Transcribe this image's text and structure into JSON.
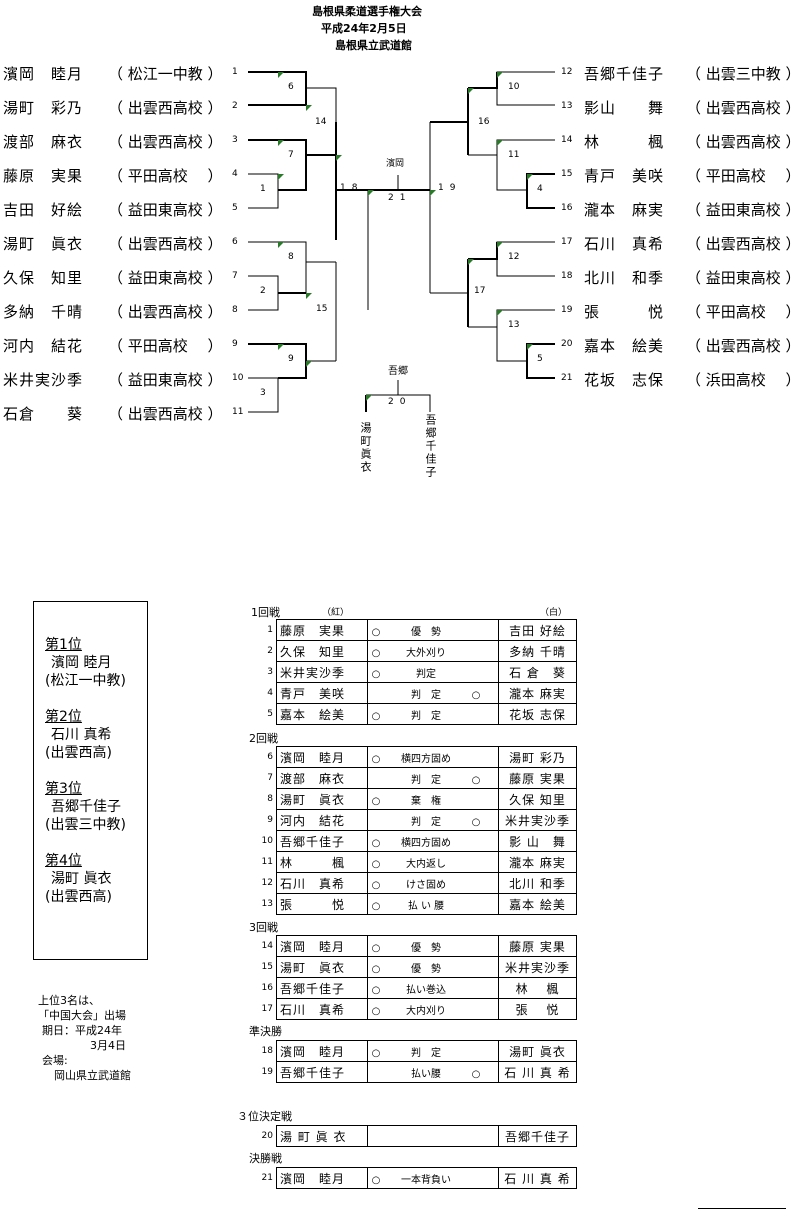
{
  "header": {
    "title": "島根県柔道選手権大会",
    "date": "平成24年2月5日",
    "venue": "島根県立武道館"
  },
  "left_players": [
    {
      "seed": "1",
      "name": "濱岡　睦月",
      "school": "（ 松江一中教 ）"
    },
    {
      "seed": "2",
      "name": "湯町　彩乃",
      "school": "（ 出雲西高校 ）"
    },
    {
      "seed": "3",
      "name": "渡部　麻衣",
      "school": "（ 出雲西高校 ）"
    },
    {
      "seed": "4",
      "name": "藤原　実果",
      "school": "（ 平田高校　 ）"
    },
    {
      "seed": "5",
      "name": "吉田　好絵",
      "school": "（ 益田東高校 ）"
    },
    {
      "seed": "6",
      "name": "湯町　眞衣",
      "school": "（ 出雲西高校 ）"
    },
    {
      "seed": "7",
      "name": "久保　知里",
      "school": "（ 益田東高校 ）"
    },
    {
      "seed": "8",
      "name": "多納　千晴",
      "school": "（ 出雲西高校 ）"
    },
    {
      "seed": "9",
      "name": "河内　結花",
      "school": "（ 平田高校　 ）"
    },
    {
      "seed": "10",
      "name": "米井実沙季",
      "school": "（ 益田東高校 ）"
    },
    {
      "seed": "11",
      "name": "石倉　　葵",
      "school": "（ 出雲西高校 ）"
    }
  ],
  "right_players": [
    {
      "seed": "12",
      "name": "吾郷千佳子",
      "school": "（ 出雲三中教 ）"
    },
    {
      "seed": "13",
      "name": "影山　　舞",
      "school": "（ 出雲西高校 ）"
    },
    {
      "seed": "14",
      "name": "林　　　楓",
      "school": "（ 出雲西高校 ）"
    },
    {
      "seed": "15",
      "name": "青戸　美咲",
      "school": "（ 平田高校　 ）"
    },
    {
      "seed": "16",
      "name": "瀧本　麻実",
      "school": "（ 益田東高校 ）"
    },
    {
      "seed": "17",
      "name": "石川　真希",
      "school": "（ 出雲西高校 ）"
    },
    {
      "seed": "18",
      "name": "北川　和季",
      "school": "（ 益田東高校 ）"
    },
    {
      "seed": "19",
      "name": "張　　　悦",
      "school": "（ 平田高校　 ）"
    },
    {
      "seed": "20",
      "name": "嘉本　絵美",
      "school": "（ 出雲西高校 ）"
    },
    {
      "seed": "21",
      "name": "花坂　志保",
      "school": "（ 浜田高校　 ）"
    }
  ],
  "bracket_matches": [
    "6",
    "14",
    "7",
    "1",
    "18",
    "8",
    "2",
    "15",
    "9",
    "3",
    "10",
    "16",
    "11",
    "4",
    "19",
    "12",
    "17",
    "13",
    "5"
  ],
  "final": {
    "match": "21",
    "winner_label": "濱岡"
  },
  "third_place": {
    "match": "20",
    "winner_label": "吾郷",
    "left_vertical": "湯町眞衣",
    "right_vertical": "吾郷千佳子"
  },
  "ranking": [
    {
      "place": "第1位",
      "name": "濱岡 睦月",
      "school": "(松江一中教)"
    },
    {
      "place": "第2位",
      "name": "石川 真希",
      "school": "(出雲西高)"
    },
    {
      "place": "第3位",
      "name": "吾郷千佳子",
      "school": "(出雲三中教)"
    },
    {
      "place": "第4位",
      "name": "湯町 眞衣",
      "school": "(出雲西高)"
    }
  ],
  "note": {
    "line1": "上位3名は、",
    "line2": "「中国大会」出場",
    "line3": "期日：平成24年",
    "line4": "3月4日",
    "line5": "会場:",
    "line6": "岡山県立武道館"
  },
  "results": {
    "round1_label": "1回戦",
    "red_label": "（紅）",
    "white_label": "（白）",
    "round2_label": "2回戦",
    "round3_label": "3回戦",
    "semi_label": "準決勝",
    "third_label": "３位決定戦",
    "final_label": "決勝戦",
    "round1": [
      {
        "no": "1",
        "red": "藤原　実果",
        "lc": "○",
        "tech": "優　勢",
        "rc": "",
        "white": "吉田 好絵"
      },
      {
        "no": "2",
        "red": "久保　知里",
        "lc": "○",
        "tech": "大外刈り",
        "rc": "",
        "white": "多納 千晴"
      },
      {
        "no": "3",
        "red": "米井実沙季",
        "lc": "○",
        "tech": "判定",
        "rc": "",
        "white": "石 倉　葵"
      },
      {
        "no": "4",
        "red": "青戸　美咲",
        "lc": "",
        "tech": "判　定",
        "rc": "○",
        "white": "瀧本 麻実"
      },
      {
        "no": "5",
        "red": "嘉本　絵美",
        "lc": "○",
        "tech": "判　定",
        "rc": "",
        "white": "花坂 志保"
      }
    ],
    "round2": [
      {
        "no": "6",
        "red": "濱岡　睦月",
        "lc": "○",
        "tech": "横四方固め",
        "rc": "",
        "white": "湯町 彩乃"
      },
      {
        "no": "7",
        "red": "渡部　麻衣",
        "lc": "",
        "tech": "判　定",
        "rc": "○",
        "white": "藤原 実果"
      },
      {
        "no": "8",
        "red": "湯町　眞衣",
        "lc": "○",
        "tech": "棄　権",
        "rc": "",
        "white": "久保 知里"
      },
      {
        "no": "9",
        "red": "河内　結花",
        "lc": "",
        "tech": "判　定",
        "rc": "○",
        "white": "米井実沙季"
      },
      {
        "no": "10",
        "red": "吾郷千佳子",
        "lc": "○",
        "tech": "横四方固め",
        "rc": "",
        "white": "影 山　舞"
      },
      {
        "no": "11",
        "red": "林　　　楓",
        "lc": "○",
        "tech": "大内返し",
        "rc": "",
        "white": "瀧本 麻実"
      },
      {
        "no": "12",
        "red": "石川　真希",
        "lc": "○",
        "tech": "けさ固め",
        "rc": "",
        "white": "北川 和季"
      },
      {
        "no": "13",
        "red": "張　　　悦",
        "lc": "○",
        "tech": "払 い 腰",
        "rc": "",
        "white": "嘉本 絵美"
      }
    ],
    "round3": [
      {
        "no": "14",
        "red": "濱岡　睦月",
        "lc": "○",
        "tech": "優　勢",
        "rc": "",
        "white": "藤原 実果"
      },
      {
        "no": "15",
        "red": "湯町　眞衣",
        "lc": "○",
        "tech": "優　勢",
        "rc": "",
        "white": "米井実沙季"
      },
      {
        "no": "16",
        "red": "吾郷千佳子",
        "lc": "○",
        "tech": "払い巻込",
        "rc": "",
        "white": "林　 楓"
      },
      {
        "no": "17",
        "red": "石川　真希",
        "lc": "○",
        "tech": "大内刈り",
        "rc": "",
        "white": "張　 悦"
      }
    ],
    "semi": [
      {
        "no": "18",
        "red": "濱岡　睦月",
        "lc": "○",
        "tech": "判　定",
        "rc": "",
        "white": "湯町 眞衣"
      },
      {
        "no": "19",
        "red": "吾郷千佳子",
        "lc": "",
        "tech": "払い腰",
        "rc": "○",
        "white": "石 川 真 希"
      }
    ],
    "third": [
      {
        "no": "20",
        "red": "湯 町 眞 衣",
        "lc": "",
        "tech": "",
        "rc": "",
        "white": "吾郷千佳子"
      }
    ],
    "final": [
      {
        "no": "21",
        "red": "濱岡　睦月",
        "lc": "○",
        "tech": "一本背負い",
        "rc": "",
        "white": "石 川 真 希"
      }
    ]
  }
}
